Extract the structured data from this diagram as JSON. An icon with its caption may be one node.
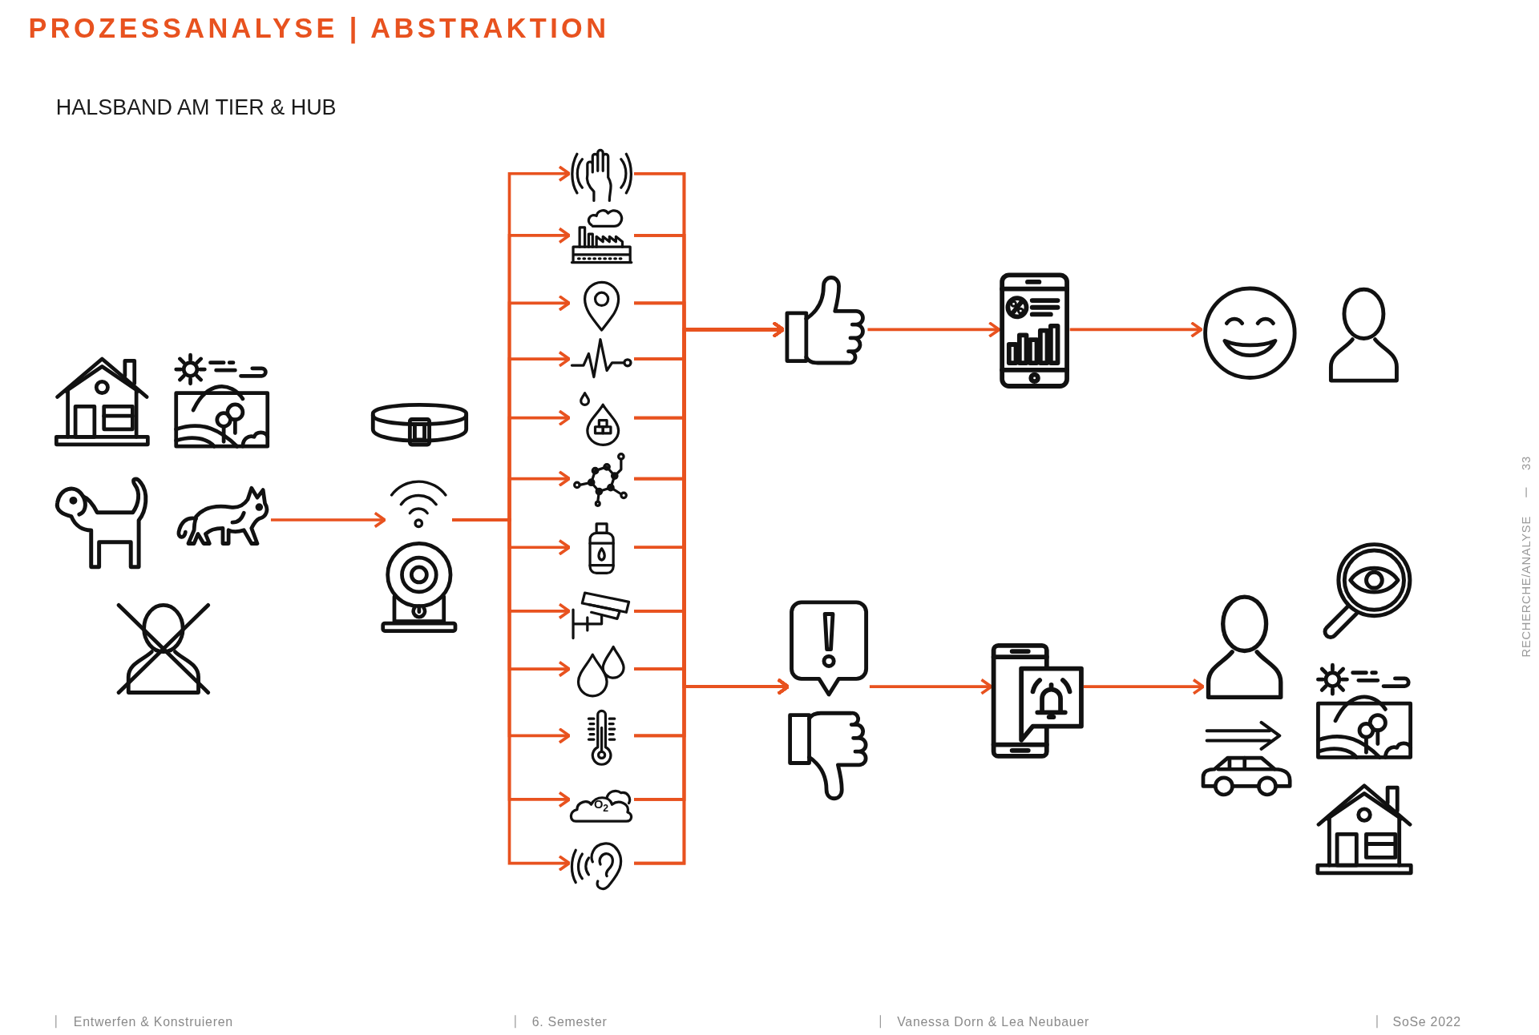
{
  "diagram": {
    "title": "PROZESSANALYSE | ABSTRAKTION",
    "nodes": [
      {
        "text": [],
        "shape": "picture"
      },
      {
        "text": [],
        "shape": "picture"
      },
      {
        "text": [],
        "shape": "picture"
      },
      {
        "text": [],
        "shape": "picture"
      },
      {
        "text": [],
        "shape": "picture"
      },
      {
        "text": [],
        "shape": "picture"
      },
      {
        "text": [],
        "shape": "picture"
      },
      {
        "text": [],
        "shape": "picture"
      },
      {
        "text": [],
        "shape": "picture"
      },
      {
        "text": [],
        "shape": "picture"
      },
      {
        "text": [],
        "shape": "picture"
      },
      {
        "text": [],
        "shape": "picture"
      },
      {
        "text": [],
        "shape": "picture"
      },
      {
        "text": [],
        "shape": "picture"
      },
      {
        "text": [],
        "shape": "picture"
      },
      {
        "text": [],
        "shape": "picture"
      },
      {
        "text": [],
        "shape": "picture"
      },
      {
        "text": [],
        "shape": "picture"
      },
      {
        "text": [
          "O$_{2}$"
        ]
      },
      {
        "text": [],
        "shape": "picture"
      },
      {
        "text": [],
        "shape": "picture"
      },
      {
        "text": [],
        "shape": "picture"
      },
      {
        "text": [],
        "shape": "picture"
      },
      {
        "text": [],
        "shape": "picture"
      },
      {
        "text": [],
        "shape": "picture"
      },
      {
        "text": [],
        "shape": "picture"
      },
      {
        "text": [],
        "shape": "picture"
      },
      {
        "text": [],
        "shape": "picture"
      },
      {
        "text": [],
        "shape": "picture"
      },
      {
        "text": [],
        "shape": "picture"
      },
      {
        "text": [],
        "shape": "picture"
      },
      {
        "text": [],
        "shape": "picture"
      },
      {
        "text": [],
        "shape": "picture"
      }
    ],
    "edges": [
      {
        "from": 3,
        "to": 6,
        "arrow": "to"
      },
      {
        "from": 6,
        "to": 8,
        "arrow": "to"
      },
      {
        "from": 6,
        "to": 9,
        "arrow": "to"
      },
      {
        "from": 6,
        "to": 10,
        "arrow": "to"
      },
      {
        "from": 6,
        "to": 11,
        "arrow": "to"
      },
      {
        "from": 6,
        "to": 12,
        "arrow": "to"
      },
      {
        "from": 6,
        "to": 13,
        "arrow": "to"
      },
      {
        "from": 6,
        "to": 14,
        "arrow": "to"
      },
      {
        "from": 6,
        "to": 15,
        "arrow": "to"
      },
      {
        "from": 6,
        "to": 16,
        "arrow": "to"
      },
      {
        "from": 6,
        "to": 17,
        "arrow": "to"
      },
      {
        "from": 6,
        "to": 18,
        "arrow": "to"
      },
      {
        "from": 6,
        "to": 19,
        "arrow": "to"
      },
      {
        "from": 8,
        "to": 20,
        "arrow": "to"
      },
      {
        "from": 9,
        "to": 20,
        "arrow": "to"
      },
      {
        "from": 10,
        "to": 20,
        "arrow": "to"
      },
      {
        "from": 11,
        "to": 20,
        "arrow": "to"
      },
      {
        "from": 12,
        "to": 20,
        "arrow": "to"
      },
      {
        "from": 13,
        "to": 20,
        "arrow": "to"
      },
      {
        "from": 14,
        "to": 20,
        "arrow": "to"
      },
      {
        "from": 15,
        "to": 20,
        "arrow": "to"
      },
      {
        "from": 16,
        "to": 20,
        "arrow": "to"
      },
      {
        "from": 17,
        "to": 20,
        "arrow": "to"
      },
      {
        "from": 18,
        "to": 20,
        "arrow": "to"
      },
      {
        "from": 19,
        "to": 20,
        "arrow": "to"
      },
      {
        "from": 8,
        "to": 24,
        "arrow": "to"
      },
      {
        "from": 9,
        "to": 24,
        "arrow": "to"
      },
      {
        "from": 10,
        "to": 24,
        "arrow": "to"
      },
      {
        "from": 11,
        "to": 24,
        "arrow": "to"
      },
      {
        "from": 12,
        "to": 24,
        "arrow": "to"
      },
      {
        "from": 13,
        "to": 24,
        "arrow": "to"
      },
      {
        "from": 14,
        "to": 24,
        "arrow": "to"
      },
      {
        "from": 15,
        "to": 24,
        "arrow": "to"
      },
      {
        "from": 16,
        "to": 24,
        "arrow": "to"
      },
      {
        "from": 17,
        "to": 24,
        "arrow": "to"
      },
      {
        "from": 18,
        "to": 24,
        "arrow": "to"
      },
      {
        "from": 19,
        "to": 24,
        "arrow": "to"
      },
      {
        "from": 20,
        "to": 21,
        "arrow": "to"
      },
      {
        "from": 21,
        "to": 22,
        "arrow": "to"
      },
      {
        "from": 24,
        "to": 26,
        "arrow": "to"
      },
      {
        "from": 26,
        "to": 27,
        "arrow": "to"
      }
    ],
    "labels": [
      "HALSBAND AM TIER & HUB",
      "Entwerfen & Konstruieren",
      "6. Semester",
      "Vanessa Dorn & Lea Neubauer",
      "SoSe 2022",
      "RECHERCHE/ANALYSE",
      "33"
    ]
  }
}
